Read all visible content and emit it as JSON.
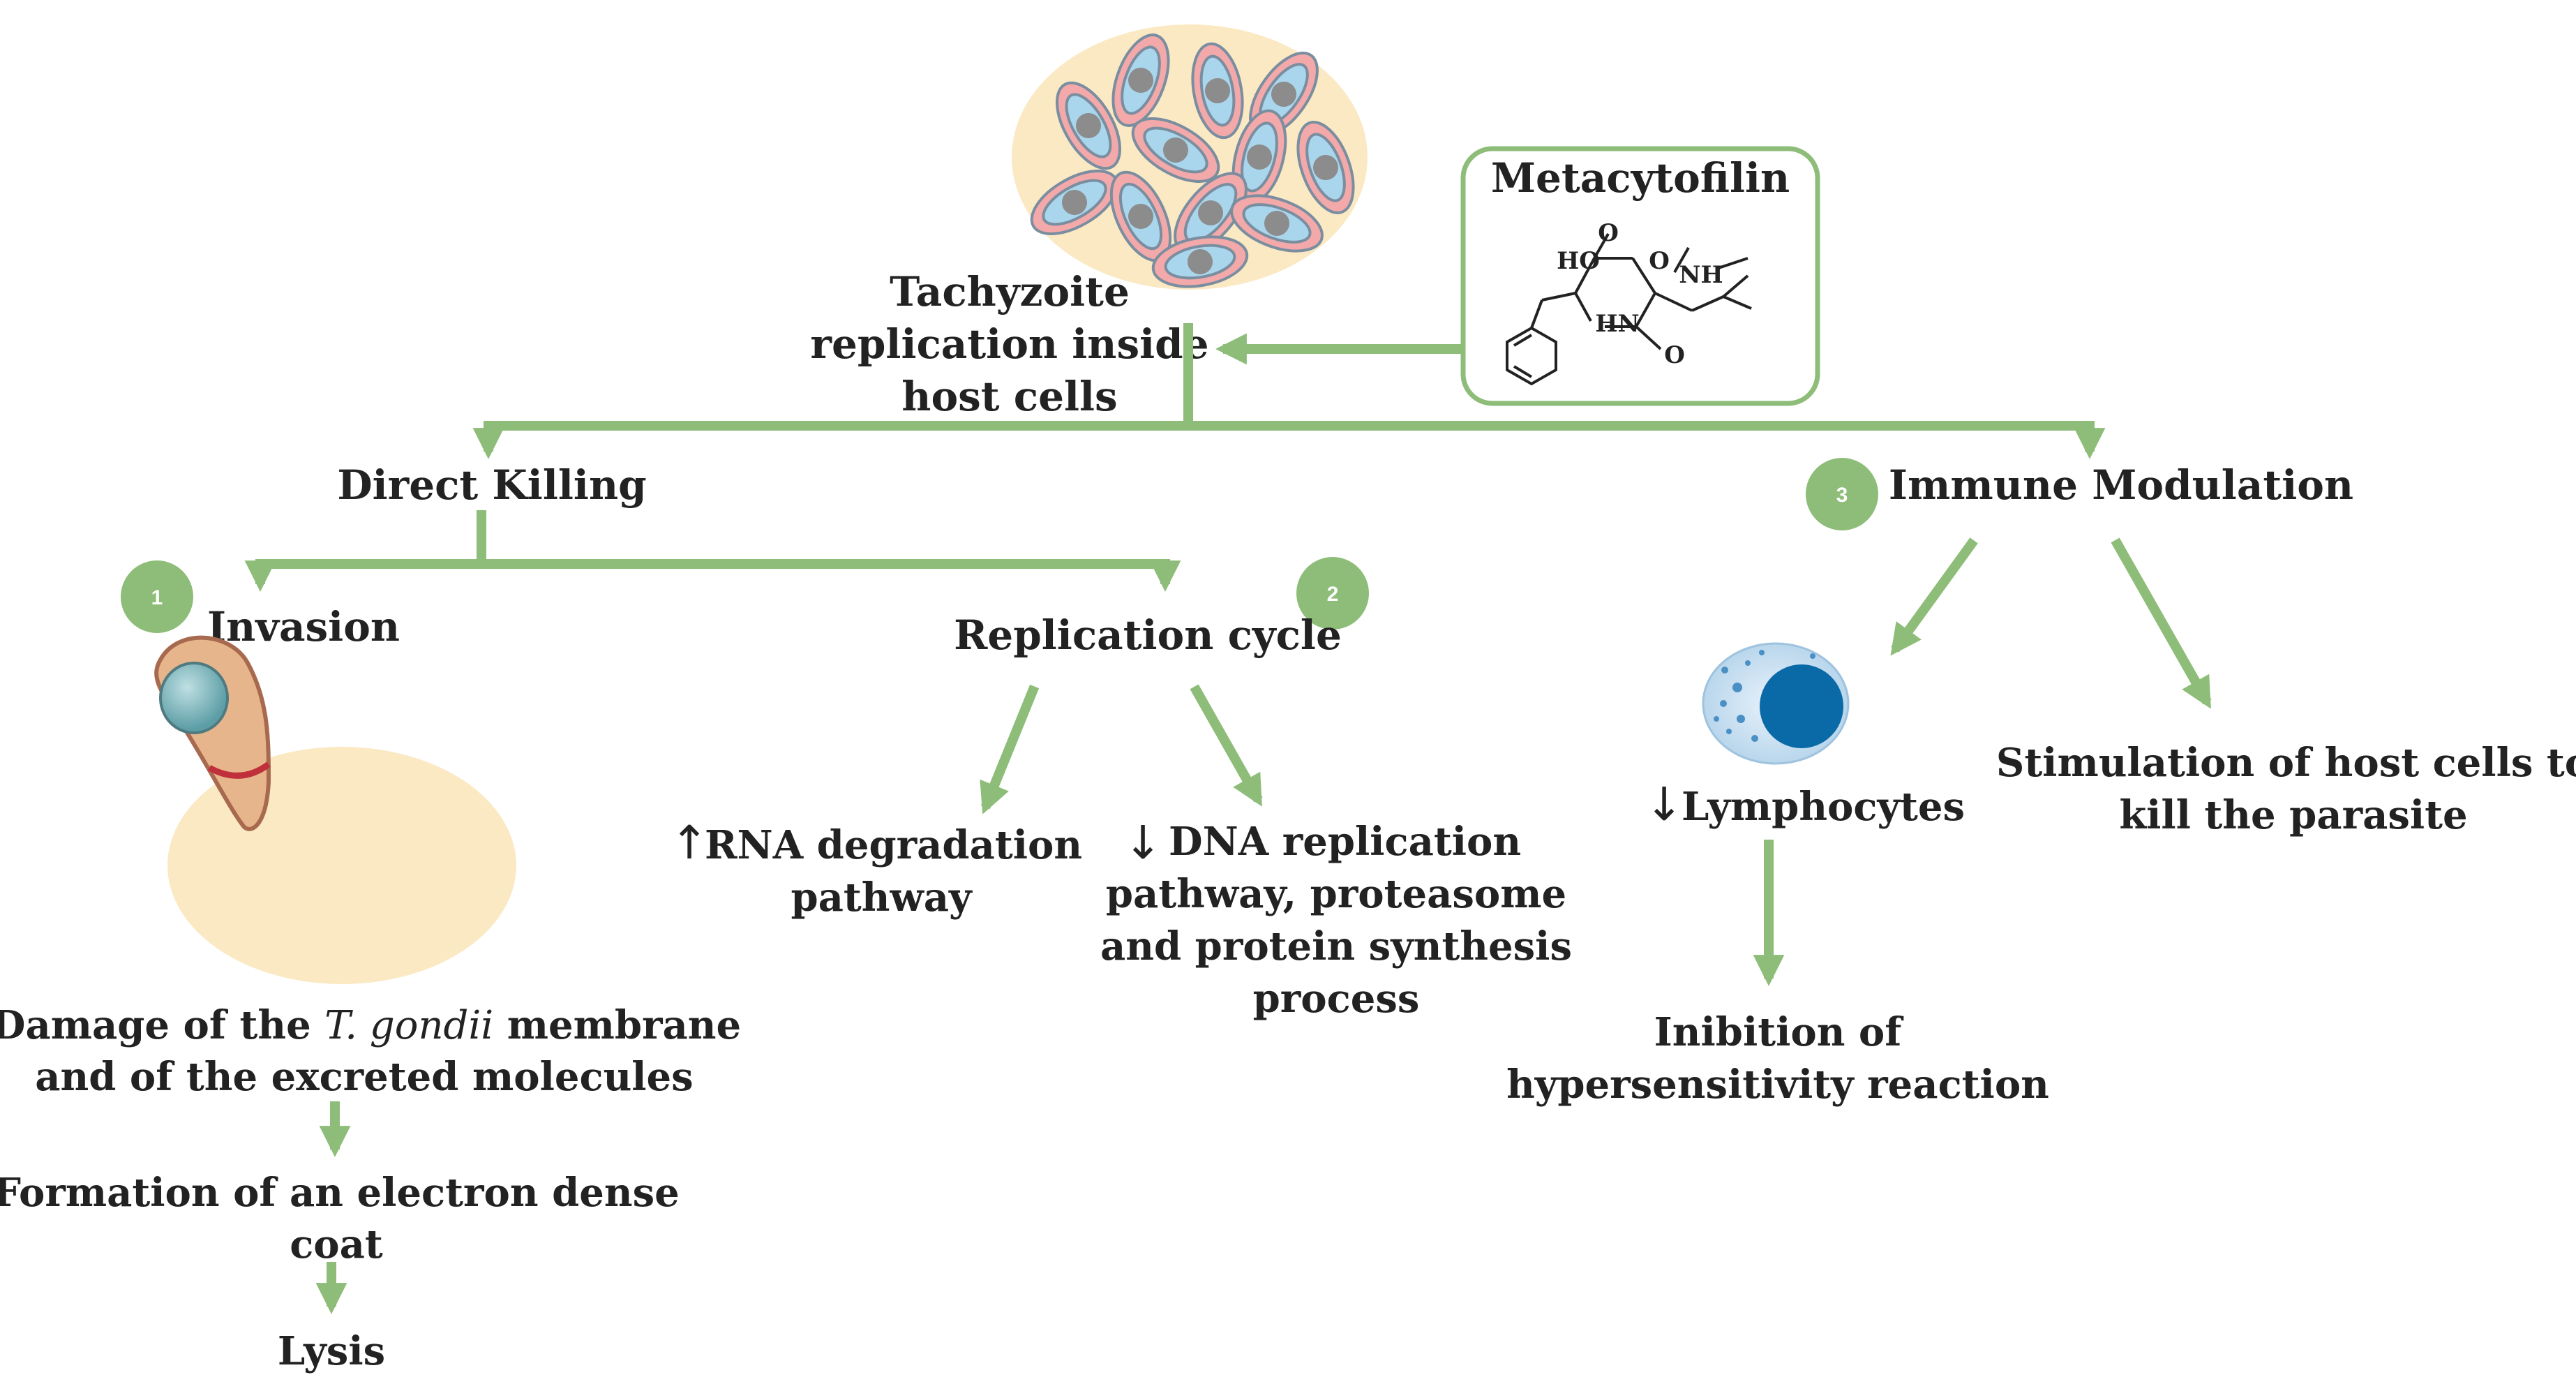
{
  "colors": {
    "arrow": "#8dbd78",
    "badge": "#8dbd78",
    "cell": "#fbe9c4",
    "text": "#222222"
  },
  "compound": {
    "name": "Metacytofilin",
    "structure_labels": [
      "O",
      "HO",
      "O",
      "NH",
      "HN",
      "O"
    ]
  },
  "center": {
    "line1": "Tachyzoite",
    "line2": "replication inside",
    "line3": "host cells"
  },
  "direct_killing": {
    "label": "Direct Killing",
    "invasion": {
      "badge": "1",
      "label": "Invasion",
      "damage_pre": "Damage of the ",
      "damage_italic": "T. gondii",
      "damage_post": " membrane",
      "damage_line2": "and of the excreted molecules",
      "formation_line1": "Formation of an electron dense",
      "formation_line2": "coat",
      "lysis": "Lysis"
    },
    "replication": {
      "badge": "2",
      "label": "Replication cycle",
      "rna_arrow": "↑",
      "rna_line1": "RNA degradation",
      "rna_line2": "pathway",
      "dna_arrow": "↓",
      "dna_line1": "DNA replication",
      "dna_line2": "pathway, proteasome",
      "dna_line3": "and protein synthesis",
      "dna_line4": "process"
    }
  },
  "immune": {
    "badge": "3",
    "label": "Immune Modulation",
    "lymph_arrow": "↓",
    "lymphocytes": "Lymphocytes",
    "inhibition_line1": "Inibition of",
    "inhibition_line2": "hypersensitivity reaction",
    "stimulation_line1": "Stimulation of host cells to",
    "stimulation_line2": "kill the parasite"
  }
}
